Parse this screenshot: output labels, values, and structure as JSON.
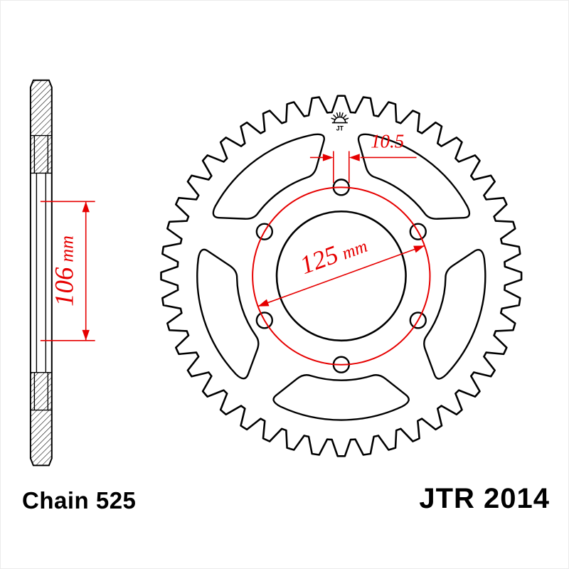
{
  "labels": {
    "chain": "Chain 525",
    "part_number": "JTR 2014",
    "logo": "JT"
  },
  "dimensions": {
    "hole": {
      "value": "10.5",
      "unit": ""
    },
    "bolt_circle": {
      "value": "125",
      "unit": "mm"
    },
    "offset": {
      "value": "106",
      "unit": "mm"
    }
  },
  "drawing": {
    "view_left": "sprocket side cross-section",
    "view_main": "sprocket front view",
    "teeth": 44,
    "bolt_hole_count": 6,
    "spoke_cutout_count": 5
  },
  "colors": {
    "dimension_red": "#e60000",
    "line": "#000000",
    "background": "#ffffff"
  }
}
